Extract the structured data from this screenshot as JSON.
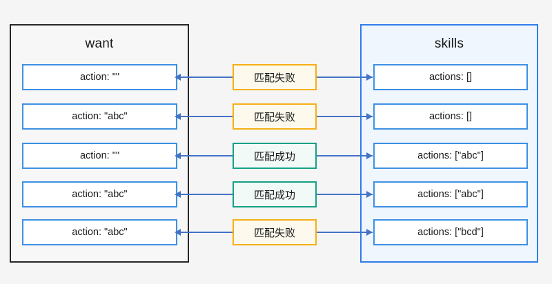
{
  "diagram": {
    "background_color": "#f5f5f5",
    "left_panel": {
      "title": "want",
      "border_color": "#262626",
      "items": [
        {
          "label": "action: \"\""
        },
        {
          "label": "action: \"abc\""
        },
        {
          "label": "action: \"\""
        },
        {
          "label": "action: \"abc\""
        },
        {
          "label": "action: \"abc\""
        }
      ]
    },
    "right_panel": {
      "title": "skills",
      "border_color": "#2f7bea",
      "background_color": "#eff6fe",
      "items": [
        {
          "label": "actions: []"
        },
        {
          "label": "actions: []"
        },
        {
          "label": "actions: [\"abc\"]"
        },
        {
          "label": "actions: [\"abc\"]"
        },
        {
          "label": "actions: [\"bcd\"]"
        }
      ]
    },
    "middle_labels": [
      {
        "label": "匹配失败",
        "state": "fail",
        "border_color": "#f5b014",
        "background_color": "#fdfaed"
      },
      {
        "label": "匹配失败",
        "state": "fail",
        "border_color": "#f5b014",
        "background_color": "#fdfaed"
      },
      {
        "label": "匹配成功",
        "state": "success",
        "border_color": "#16a085",
        "background_color": "#f2faf7"
      },
      {
        "label": "匹配成功",
        "state": "success",
        "border_color": "#16a085",
        "background_color": "#f2faf7"
      },
      {
        "label": "匹配失败",
        "state": "fail",
        "border_color": "#f5b014",
        "background_color": "#fdfaed"
      }
    ],
    "connector_color": "#4472c4",
    "item_border_color": "#3d90e3"
  }
}
